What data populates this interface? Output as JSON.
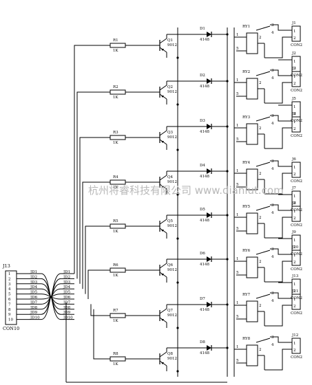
{
  "connector_in": {
    "ref": "J13",
    "part": "CON10",
    "pins": [
      "1",
      "2",
      "3",
      "4",
      "5",
      "6",
      "7",
      "8",
      "9",
      "10"
    ]
  },
  "bus_labels_left": [
    "JD1",
    "JD2",
    "JD3",
    "JD4",
    "JD5",
    "JD6",
    "JD7",
    "JD8",
    "JD9",
    "JD10"
  ],
  "bus_labels_right": [
    "JD1",
    "JD2",
    "JD3",
    "JD4",
    "JD5",
    "JD6",
    "JD7",
    "JD8",
    "JD9",
    "JD10"
  ],
  "channels": [
    {
      "r": "R1",
      "rv": "1K",
      "q": "Q1",
      "qp": "9012",
      "d": "D1",
      "dp": "4148"
    },
    {
      "r": "R2",
      "rv": "1K",
      "q": "Q2",
      "qp": "9012",
      "d": "D2",
      "dp": "4148"
    },
    {
      "r": "R3",
      "rv": "1K",
      "q": "Q3",
      "qp": "9012",
      "d": "D3",
      "dp": "4148"
    },
    {
      "r": "R4",
      "rv": "1K",
      "q": "Q4",
      "qp": "9012",
      "d": "D4",
      "dp": "4148"
    },
    {
      "r": "R5",
      "rv": "1K",
      "q": "Q5",
      "qp": "9012",
      "d": "D5",
      "dp": "4148"
    },
    {
      "r": "R6",
      "rv": "1K",
      "q": "Q6",
      "qp": "9012",
      "d": "D6",
      "dp": "4148"
    },
    {
      "r": "R7",
      "rv": "1K",
      "q": "Q7",
      "qp": "9012",
      "d": "D7",
      "dp": "4148"
    },
    {
      "r": "R8",
      "rv": "1K",
      "q": "Q8",
      "qp": "9012",
      "d": "D8",
      "dp": "4148"
    }
  ],
  "relays": [
    {
      "ry": "RY1",
      "j": "J1",
      "jp": "CON2"
    },
    {
      "ry": "RY2",
      "j": "J3",
      "jp": "CON2"
    },
    {
      "ry": "RY3",
      "j": "J4",
      "jp": "CON2"
    },
    {
      "ry": "RY4",
      "j": "J6",
      "jp": "CON2"
    },
    {
      "ry": "RY5",
      "j": "J8",
      "jp": "CON2"
    },
    {
      "ry": "RY6",
      "j": "J10",
      "jp": "CON2"
    },
    {
      "ry": "RY7",
      "j": "J11",
      "jp": "CON2"
    },
    {
      "ry": "RY8",
      "j": "J12",
      "jp": "CON2"
    }
  ],
  "extra_connectors": [
    {
      "j": "J2",
      "jp": "CON2"
    },
    {
      "j": "J5",
      "jp": "CON2"
    },
    {
      "j": "J7",
      "jp": "CON2"
    },
    {
      "j": "J9",
      "jp": "CON2"
    },
    {
      "j": "J13",
      "jp": "CON2"
    }
  ],
  "relay_pins": {
    "p1": "1",
    "p2": "2",
    "p3": "3",
    "p4": "4",
    "p5": "5"
  },
  "con2_pins": [
    "1",
    "2"
  ],
  "watermark": "杭州将睿科技有限公司",
  "watermark_url": "www.dianlut.com"
}
